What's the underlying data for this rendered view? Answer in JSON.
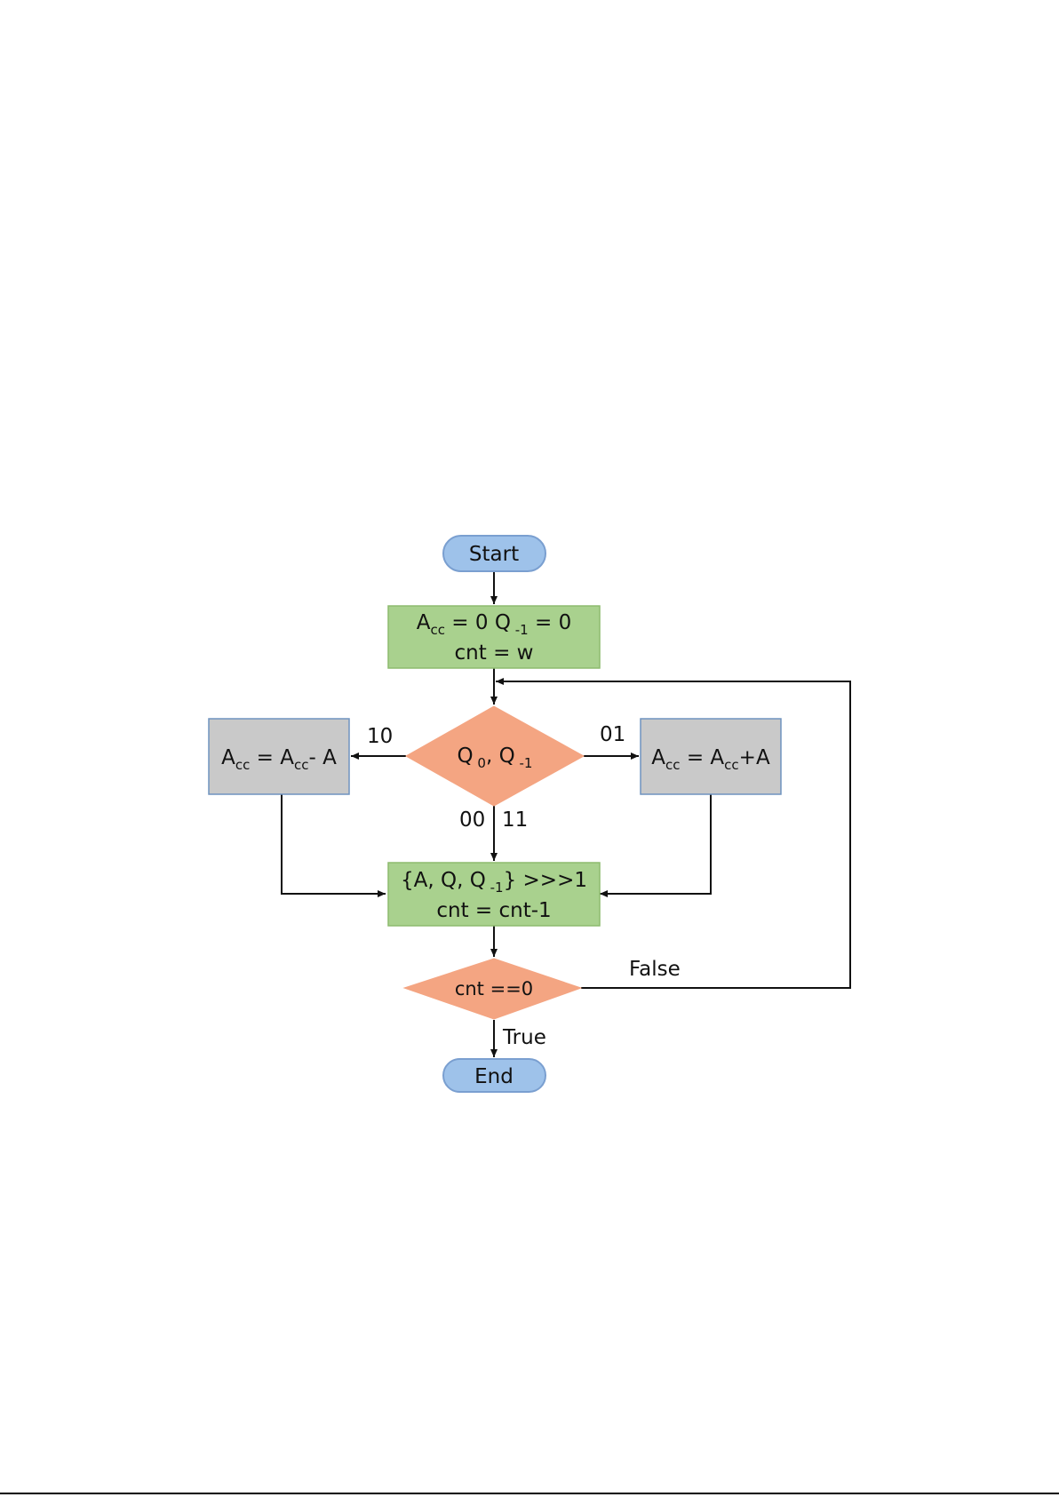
{
  "nodes": {
    "start": {
      "label": "Start"
    },
    "init": {
      "acc_base": "A",
      "acc_sub": "cc",
      "acc_rest": " = 0 Q",
      "q_sub": " -1",
      "q_rest": " = 0",
      "line2": "cnt = w"
    },
    "decision": {
      "q0_base": "Q",
      "q0_sub": " 0",
      "sep": ", Q",
      "qm1_sub": " -1"
    },
    "subtract": {
      "a1": "A",
      "s1": "cc",
      "mid": " = A",
      "s2": "cc",
      "rest": "- A"
    },
    "add": {
      "a1": "A",
      "s1": "cc",
      "mid": " = A",
      "s2": "cc",
      "rest": "+A"
    },
    "shift": {
      "part1": "{A, Q, Q",
      "sub": " -1",
      "part2": "} >>>1",
      "line2": "cnt = cnt-1"
    },
    "check": {
      "label": "cnt ==0"
    },
    "end": {
      "label": "End"
    }
  },
  "edges": {
    "left_branch": "10",
    "right_branch": "01",
    "down_left": "00",
    "down_right": "11",
    "false_label": "False",
    "true_label": "True"
  },
  "colors": {
    "terminal_fill": "#9ec2ea",
    "terminal_stroke": "#7a9fd0",
    "process_fill": "#a9d18e",
    "process_stroke": "#8dbb6f",
    "decision_fill": "#f4a582",
    "action_fill": "#c9c9c9",
    "action_stroke": "#6f93bf"
  }
}
